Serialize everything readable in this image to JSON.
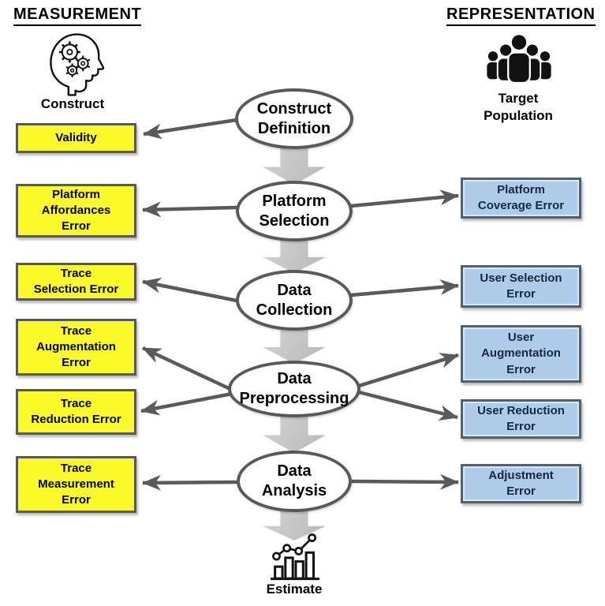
{
  "headers": {
    "measurement": "MEASUREMENT",
    "representation": "REPRESENTATION"
  },
  "measurement_side": {
    "construct_label": "Construct",
    "construct_icon": "head-with-gears-icon",
    "boxes": [
      {
        "label": "Validity"
      },
      {
        "label": "Platform\nAffordances\nError"
      },
      {
        "label": "Trace\nSelection Error"
      },
      {
        "label": "Trace\nAugmentation\nError"
      },
      {
        "label": "Trace\nReduction Error"
      },
      {
        "label": "Trace\nMeasurement\nError"
      }
    ]
  },
  "representation_side": {
    "target_label": "Target\nPopulation",
    "target_icon": "target-population-icon",
    "boxes": [
      {
        "label": "Platform\nCoverage Error"
      },
      {
        "label": "User Selection\nError"
      },
      {
        "label": "User\nAugmentation\nError"
      },
      {
        "label": "User Reduction\nError"
      },
      {
        "label": "Adjustment\nError"
      }
    ]
  },
  "pipeline": {
    "steps": [
      {
        "label": "Construct\nDefinition"
      },
      {
        "label": "Platform\nSelection"
      },
      {
        "label": "Data\nCollection"
      },
      {
        "label": "Data\nPreprocessing"
      },
      {
        "label": "Data\nAnalysis"
      }
    ],
    "estimate_label": "Estimate",
    "estimate_icon": "estimate-chart-icon"
  },
  "colors": {
    "measurement_box_fill": "#fafa28",
    "representation_box_fill": "#aecbe9",
    "box_border": "#595959",
    "representation_box_border": "#50616e",
    "representation_text": "#15283d",
    "connector": "#5a5a5a",
    "ellipse_border": "#595959",
    "flow_arrow_fill": "#c7c7c7"
  }
}
